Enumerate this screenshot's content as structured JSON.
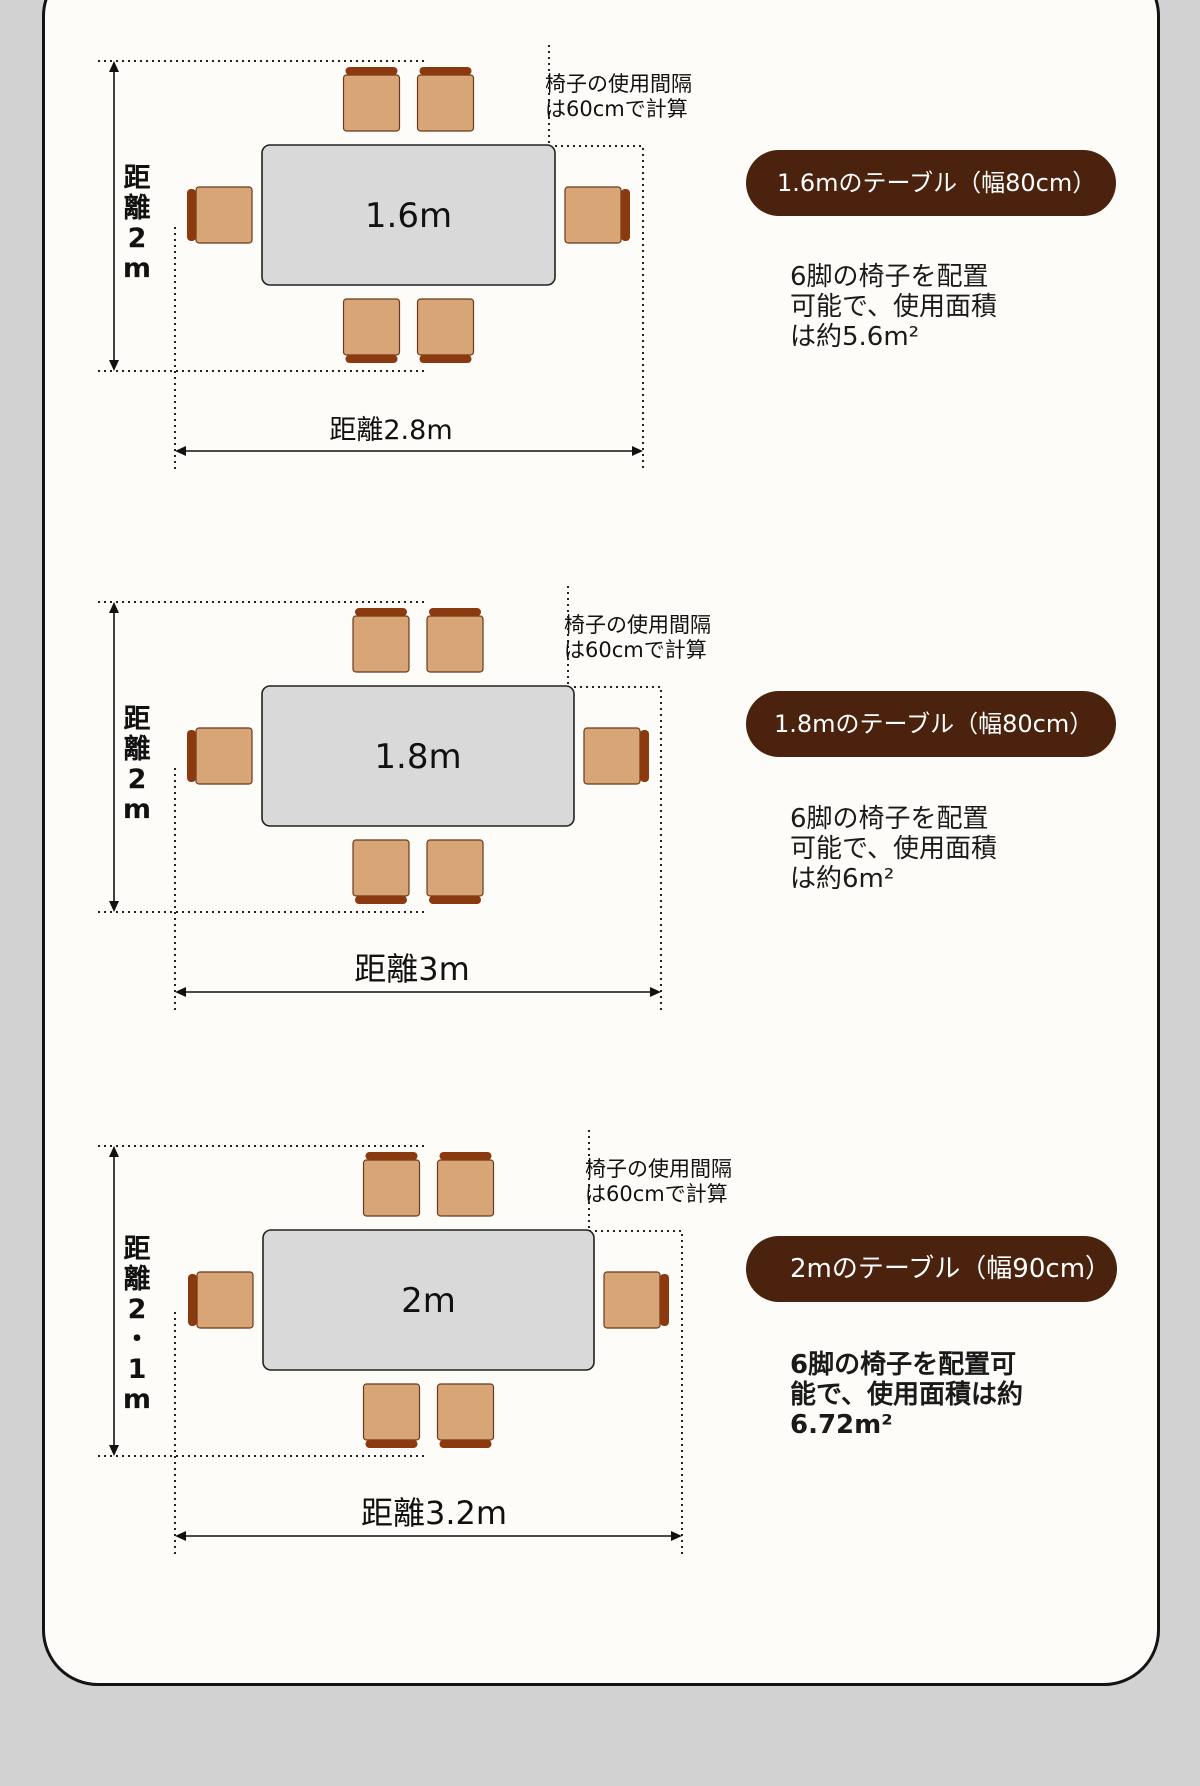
{
  "colors": {
    "background": "#d2d2d2",
    "card": "#fdfcf8",
    "table_fill": "#d9d9d9",
    "chair_seat": "#d8a577",
    "chair_back": "#8b3a10",
    "pill": "#4a220d"
  },
  "layouts": [
    {
      "table_label": "1.6m",
      "height_label": [
        "距",
        "離",
        "2",
        "m"
      ],
      "width_label": "距離2.8m",
      "chair_note": "椅子の使用間隔\nは60cmで計算",
      "title": "1.6mのテーブル（幅80cm）",
      "description": "6脚の椅子を配置\n可能で、使用面積\nは約5.6m²"
    },
    {
      "table_label": "1.8m",
      "height_label": [
        "距",
        "離",
        "2",
        "m"
      ],
      "width_label": "距離3m",
      "chair_note": "椅子の使用間隔\nは60cmで計算",
      "title": "1.8mのテーブル（幅80cm）",
      "description": "6脚の椅子を配置\n可能で、使用面積\nは約6m²"
    },
    {
      "table_label": "2m",
      "height_label": [
        "距",
        "離",
        "2",
        "・",
        "1",
        "m"
      ],
      "width_label": "距離3.2m",
      "chair_note": "椅子の使用間隔\nは60cmで計算",
      "title": "2mのテーブル（幅90cm）",
      "description": "6脚の椅子を配置可\n能で、使用面積は約\n6.72m²"
    }
  ]
}
